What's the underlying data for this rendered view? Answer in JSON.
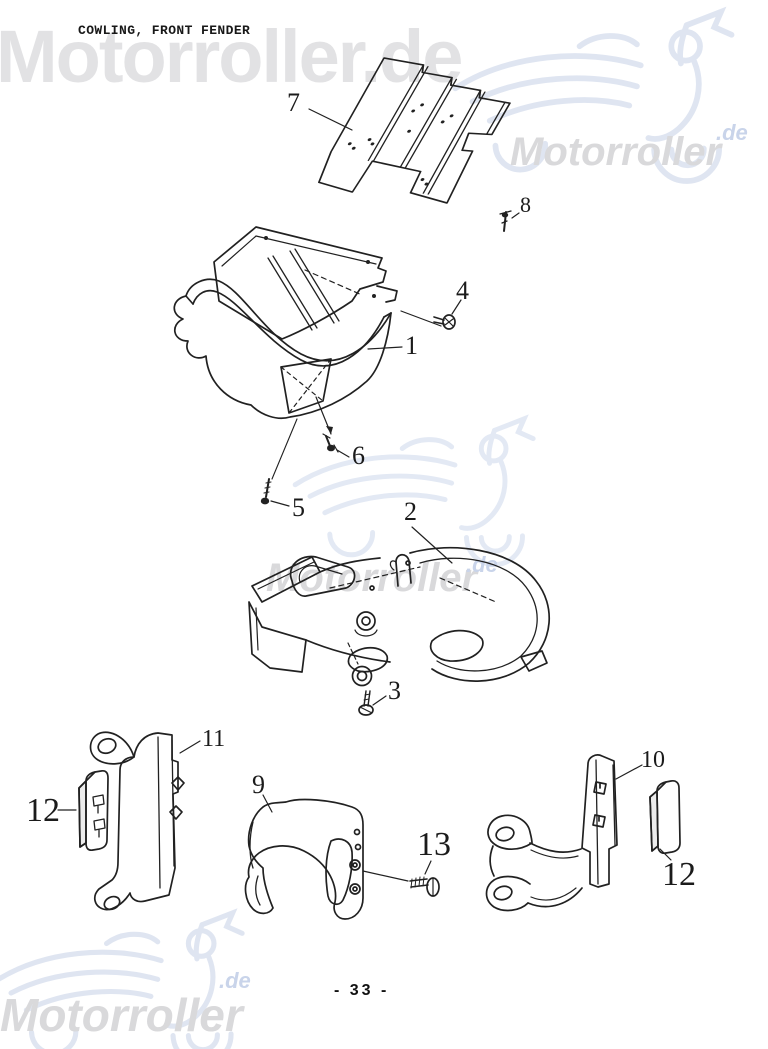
{
  "page": {
    "title": "COWLING, FRONT FENDER",
    "page_number": "- 33 -",
    "background_color": "#ffffff",
    "line_color": "#212121"
  },
  "watermarks": {
    "brand_full": "Motorroller.de",
    "brand": "Motorroller",
    "tld": ".de",
    "text_color": "#d9d9db",
    "big_text_color": "#e2e2e4",
    "logo_color": "#dfe5f1",
    "tld_color": "#c9d4ea",
    "logo_icon": "scooter-logo-icon"
  },
  "diagram": {
    "callouts": [
      {
        "label": "7"
      },
      {
        "label": "8"
      },
      {
        "label": "4"
      },
      {
        "label": "1"
      },
      {
        "label": "6"
      },
      {
        "label": "5"
      },
      {
        "label": "2"
      },
      {
        "label": "3"
      },
      {
        "label": "11"
      },
      {
        "label": "12"
      },
      {
        "label": "9"
      },
      {
        "label": "13"
      },
      {
        "label": "10"
      },
      {
        "label": "12"
      }
    ]
  }
}
